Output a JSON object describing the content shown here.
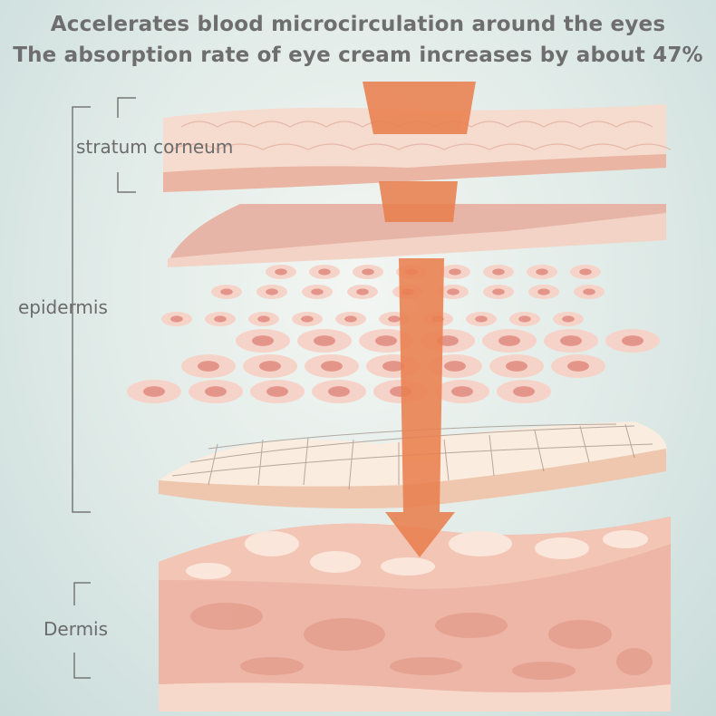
{
  "header": {
    "line1": "Accelerates blood microcirculation around the eyes",
    "line2": "The absorption rate of eye cream increases by about 47%"
  },
  "labels": {
    "stratum_corneum": "stratum corneum",
    "epidermis": "epidermis",
    "dermis": "Dermis"
  },
  "colors": {
    "arrow": "#e9804f",
    "skin": "#f2c9b8",
    "skin_dark": "#e6a593",
    "text": "#6b6b6b"
  }
}
